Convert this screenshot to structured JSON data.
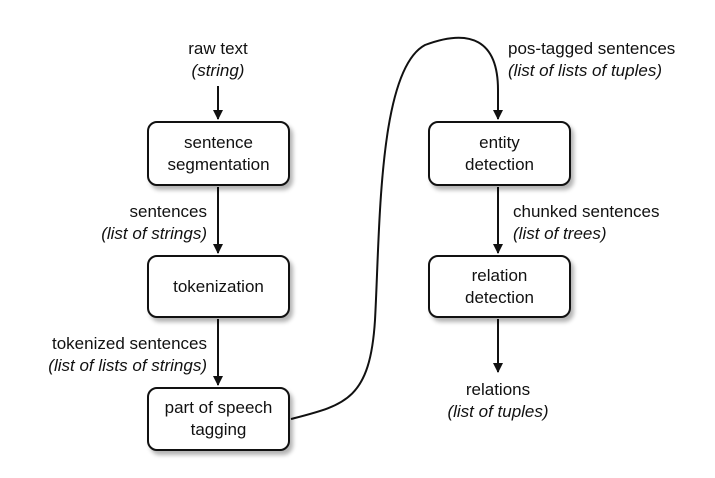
{
  "boxes": {
    "sentence_segmentation": [
      "sentence",
      "segmentation"
    ],
    "tokenization": [
      "tokenization"
    ],
    "pos_tagging": [
      "part of speech",
      "tagging"
    ],
    "entity_detection": [
      "entity",
      "detection"
    ],
    "relation_detection": [
      "relation",
      "detection"
    ]
  },
  "labels": {
    "raw_text": {
      "name": "raw text",
      "type": "(string)"
    },
    "sentences": {
      "name": "sentences",
      "type": "(list of strings)"
    },
    "tokenized_sentences": {
      "name": "tokenized sentences",
      "type": "(list of lists of strings)"
    },
    "pos_tagged_sentences": {
      "name": "pos-tagged sentences",
      "type": "(list of lists of tuples)"
    },
    "chunked_sentences": {
      "name": "chunked sentences",
      "type": "(list of trees)"
    },
    "relations": {
      "name": "relations",
      "type": "(list of tuples)"
    }
  }
}
